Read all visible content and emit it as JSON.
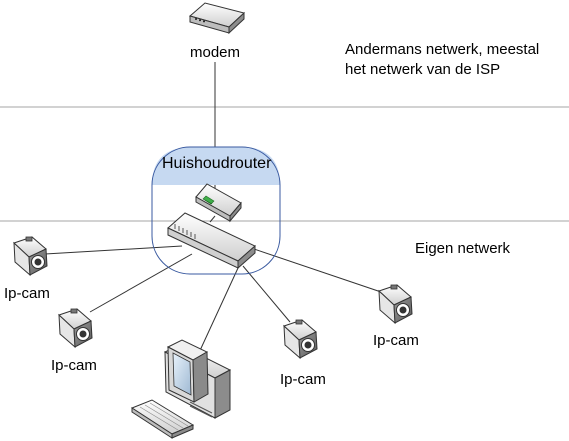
{
  "zones": {
    "external_note_line1": "Andermans netwerk, meestal",
    "external_note_line2": "het netwerk van de ISP",
    "internal_note": "Eigen netwerk"
  },
  "devices": {
    "modem_label": "modem",
    "router_label": "Huishoudrouter",
    "ipcam_labels": [
      "Ip-cam",
      "Ip-cam",
      "Ip-cam",
      "Ip-cam"
    ]
  },
  "colors": {
    "divider": "#a6a6a6",
    "router_box_border": "#3a5aa0",
    "router_header_fill": "#c6d9f1",
    "cable": "#333333"
  },
  "icons": {
    "modem": "modem-icon",
    "router": "router-icon",
    "switch": "switch-icon",
    "camera": "camera-icon",
    "computer": "computer-icon"
  }
}
